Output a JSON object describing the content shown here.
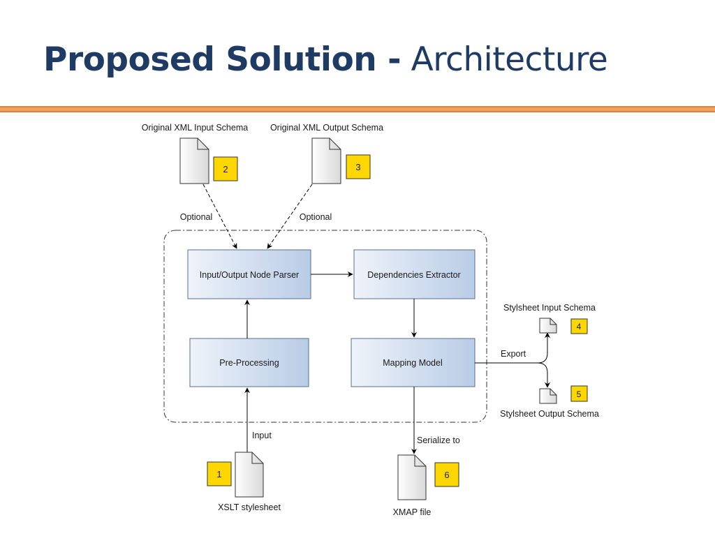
{
  "slide": {
    "title_bold": "Proposed Solution -",
    "title_normal": "Architecture",
    "accent_color": "#F0A060",
    "title_color": "#1F3B63"
  },
  "diagram": {
    "process_boxes": {
      "parser": "Input/Output Node Parser",
      "extractor": "Dependencies Extractor",
      "preprocessing": "Pre-Processing",
      "mapping": "Mapping Model"
    },
    "documents": {
      "input_schema": {
        "label": "Original XML Input Schema",
        "badge": "2"
      },
      "output_schema": {
        "label": "Original XML Output Schema",
        "badge": "3"
      },
      "xslt": {
        "label": "XSLT stylesheet",
        "badge": "1"
      },
      "xmap": {
        "label": "XMAP file",
        "badge": "6"
      },
      "stylesheet_input": {
        "label": "Stylsheet Input Schema",
        "badge": "4"
      },
      "stylesheet_output": {
        "label": "Stylsheet Output Schema",
        "badge": "5"
      }
    },
    "edge_labels": {
      "optional_left": "Optional",
      "optional_right": "Optional",
      "input": "Input",
      "serialize": "Serialize to",
      "export": "Export"
    },
    "badge_color": "#FFD700"
  }
}
